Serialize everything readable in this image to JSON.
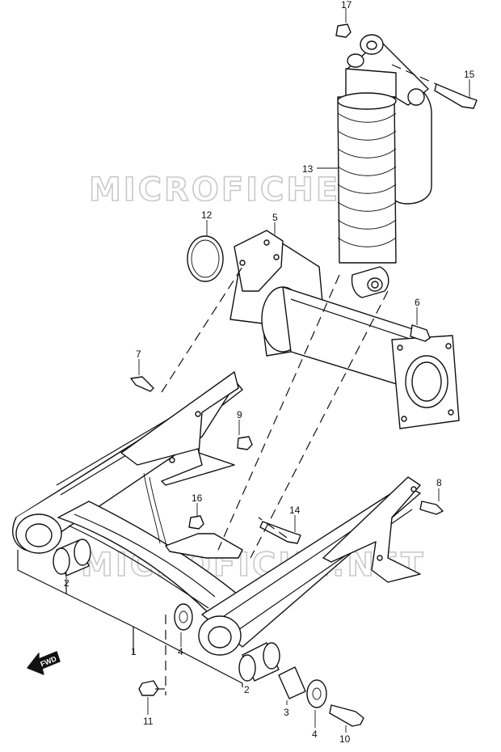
{
  "watermark": "MICROFICHE.NET",
  "fwd_label": "FWD",
  "callouts": {
    "c1": "1",
    "c2a": "2",
    "c2b": "2",
    "c3": "3",
    "c4a": "4",
    "c4b": "4",
    "c5": "5",
    "c6": "6",
    "c7": "7",
    "c8": "8",
    "c9": "9",
    "c10": "10",
    "c11": "11",
    "c12": "12",
    "c13": "13",
    "c14": "14",
    "c15": "15",
    "c16": "16",
    "c17": "17"
  }
}
